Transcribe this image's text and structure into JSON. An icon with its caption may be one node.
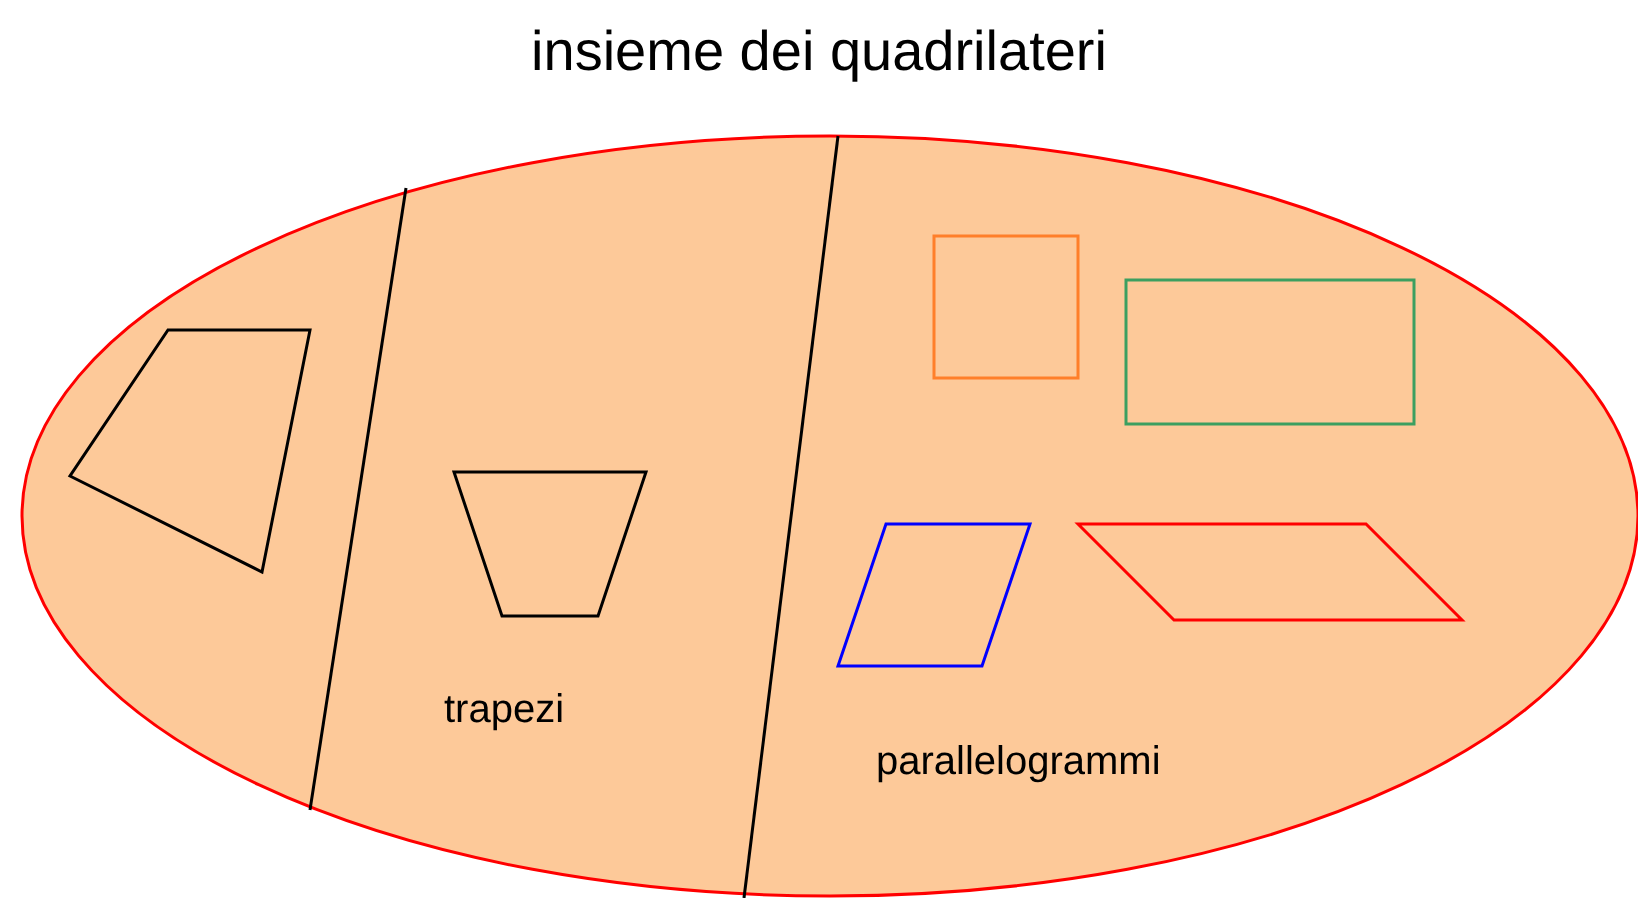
{
  "diagram": {
    "title": "insieme dei quadrilateri",
    "labels": [
      "trapezi",
      "parallelogrammi"
    ]
  }
}
